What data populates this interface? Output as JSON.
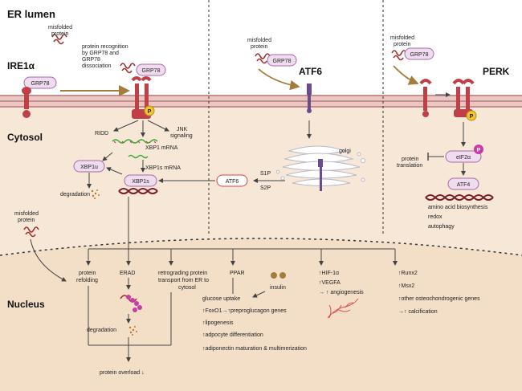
{
  "headers": {
    "er_lumen": "ER lumen",
    "cytosol": "Cytosol",
    "nucleus": "Nucleus",
    "ire1a": "IRE1α",
    "atf6": "ATF6",
    "perk": "PERK"
  },
  "ire1": {
    "misfolded": [
      "misfolded",
      "protein"
    ],
    "recognition": [
      "protein recognition",
      "by GRP78 and",
      "GRP78",
      "dissociation"
    ],
    "grp78": "GRP78",
    "ridd": "RIDD",
    "jnk": [
      "JNK",
      "signaling"
    ],
    "xbp1_mrna": "XBP1 mRNA",
    "xbp1s_mrna": "XBP1s mRNA",
    "xbp1u": "XBP1u",
    "xbp1s": "XBP1s",
    "degradation": "degradation"
  },
  "atf6": {
    "misfolded": [
      "misfolded",
      "protein"
    ],
    "grp78": "GRP78",
    "golgi": "golgi",
    "atf6_pill": "ATF6",
    "s1p": "S1P",
    "s2p": "S2P"
  },
  "perk": {
    "misfolded": [
      "misfolded",
      "protein"
    ],
    "grp78": "GRP78",
    "protein_translation": [
      "protein",
      "translation"
    ],
    "eif2a": "eIF2α",
    "atf4": "ATF4",
    "outputs": [
      "amino acid biosynthesis",
      "redox",
      "autophagy"
    ]
  },
  "phospho": "P",
  "nucleus": {
    "misfolded": [
      "misfolded",
      "protein"
    ],
    "refolding": [
      "protein",
      "refolding"
    ],
    "erad": "ERAD",
    "degradation": "degradation",
    "retrograding": [
      "retrograding protein",
      "transport from ER to",
      "cytosol"
    ],
    "overload": "protein overload ↓",
    "ppar": "PPAR",
    "insulin": "insulin",
    "glucose": "glucose uptake",
    "ppar_effects": [
      "↑FoxO1→↑preproglucagon genes",
      "↑lipogenesis",
      "↑adpocyte differentiation",
      "↑adiponectin maturation & multimerization"
    ],
    "hif": [
      "↑HIF-1α",
      "↑VEGFA",
      "→ ↑ angiogenesis"
    ],
    "runx": [
      "↑Runx2",
      "↑Msx2",
      "↑other osteochondrogenic genes",
      "→↑ calcification"
    ]
  },
  "colors": {
    "cytosol": "#f6e7d6",
    "membrane": "#c98d8d",
    "pill_fill": "#efdcef",
    "pill_stroke": "#a86aa8",
    "red_pill": "#e04040",
    "arrow_gold": "#a47c3c",
    "dna": "#7a1f2a",
    "green": "#3aaa35",
    "receptor": "#c04048",
    "golgi": "#d9d9e6"
  }
}
